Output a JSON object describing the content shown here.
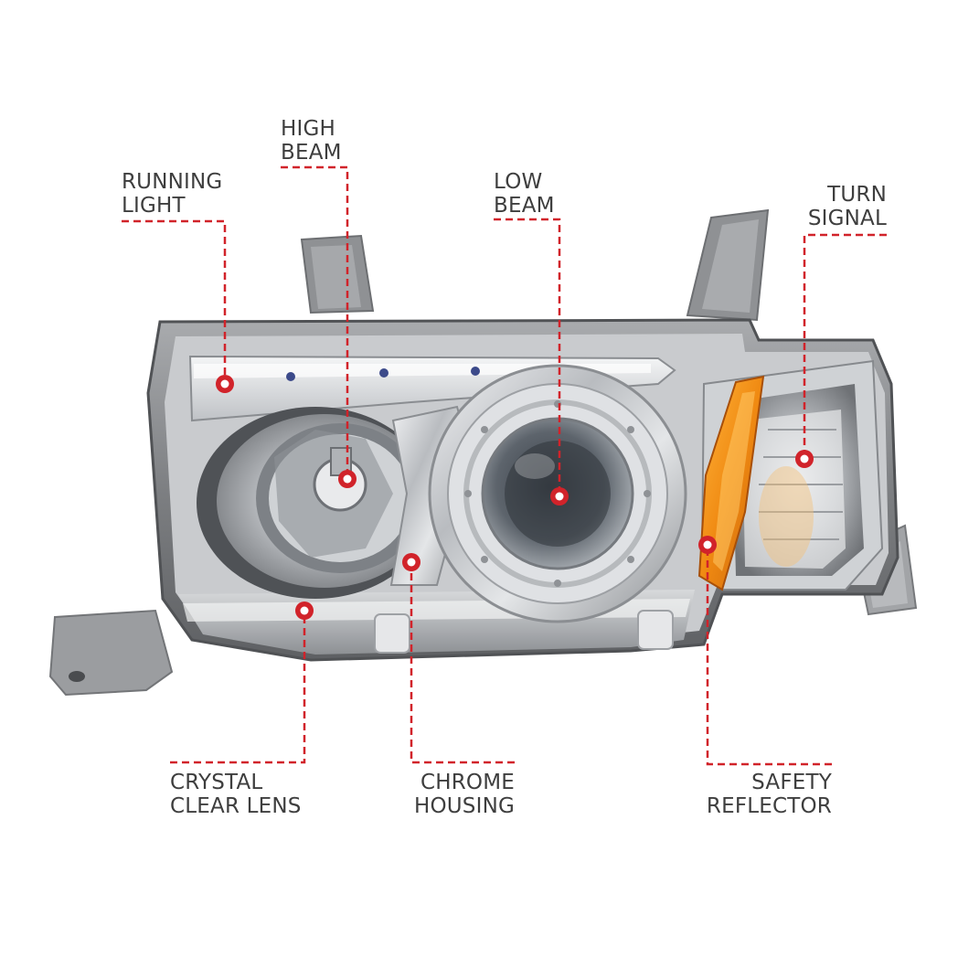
{
  "callouts": {
    "running_light": {
      "line1": "RUNNING",
      "line2": "LIGHT"
    },
    "high_beam": {
      "line1": "HIGH",
      "line2": "BEAM"
    },
    "low_beam": {
      "line1": "LOW",
      "line2": "BEAM"
    },
    "turn_signal": {
      "line1": "TURN",
      "line2": "SIGNAL"
    },
    "crystal_clear_lens": {
      "line1": "CRYSTAL",
      "line2": "CLEAR LENS"
    },
    "chrome_housing": {
      "line1": "CHROME",
      "line2": "HOUSING"
    },
    "safety_reflector": {
      "line1": "SAFETY",
      "line2": "REFLECTOR"
    }
  },
  "colors": {
    "callout_line": "#d1232a",
    "label_text": "#3e3e3e",
    "reflector_amber": "#f08a12",
    "housing_gray": "#8e9093"
  }
}
